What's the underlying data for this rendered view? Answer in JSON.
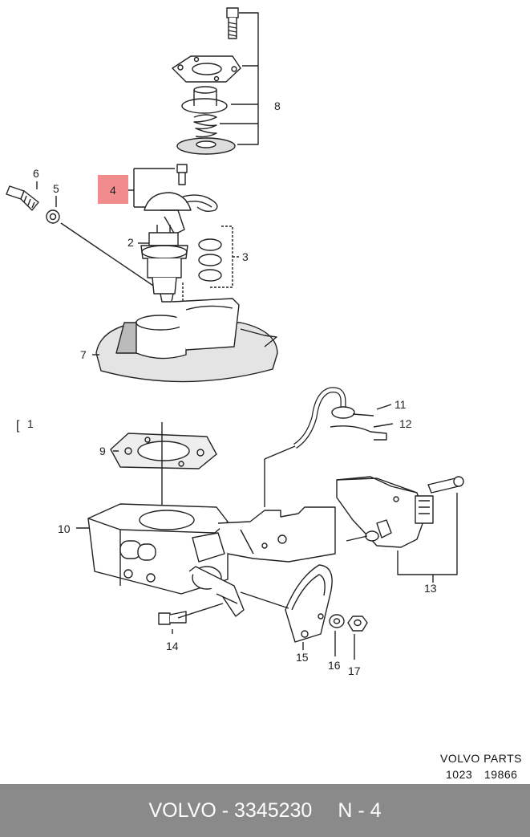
{
  "callouts": {
    "c1": "1",
    "c2": "2",
    "c3": "3",
    "c4": "4",
    "c5": "5",
    "c6": "6",
    "c7": "7",
    "c8": "8",
    "c9": "9",
    "c10": "10",
    "c11": "11",
    "c12": "12",
    "c13": "13",
    "c14": "14",
    "c15": "15",
    "c16": "16",
    "c17": "17"
  },
  "stamp": {
    "line1": "VOLVO PARTS",
    "line2a": "1023",
    "line2b": "19866"
  },
  "footer": {
    "part_ref": "VOLVO - 3345230",
    "position": "N - 4"
  },
  "colors": {
    "highlight": "#f28b8b",
    "footer_bg": "#8a8a8a",
    "line": "#222222"
  }
}
